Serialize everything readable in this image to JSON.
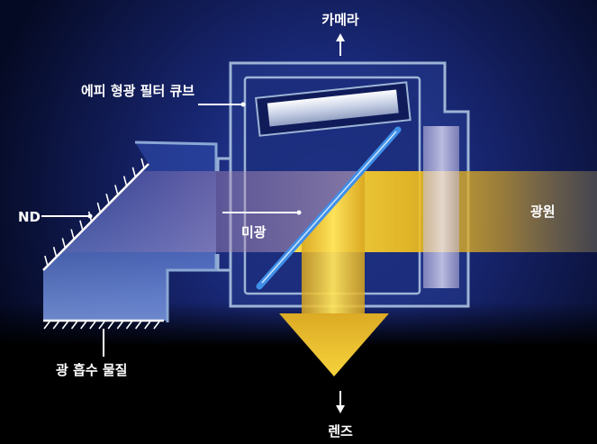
{
  "labels": {
    "camera": "카메라",
    "filter_cube": "에피 형광 필터 큐브",
    "nd": "ND",
    "stray_light": "미광",
    "light_source": "광원",
    "absorber": "광 흡수 물질",
    "lens": "렌즈"
  },
  "colors": {
    "mirror": "#3f8fe8",
    "housing_outline": "#9db4d6"
  }
}
